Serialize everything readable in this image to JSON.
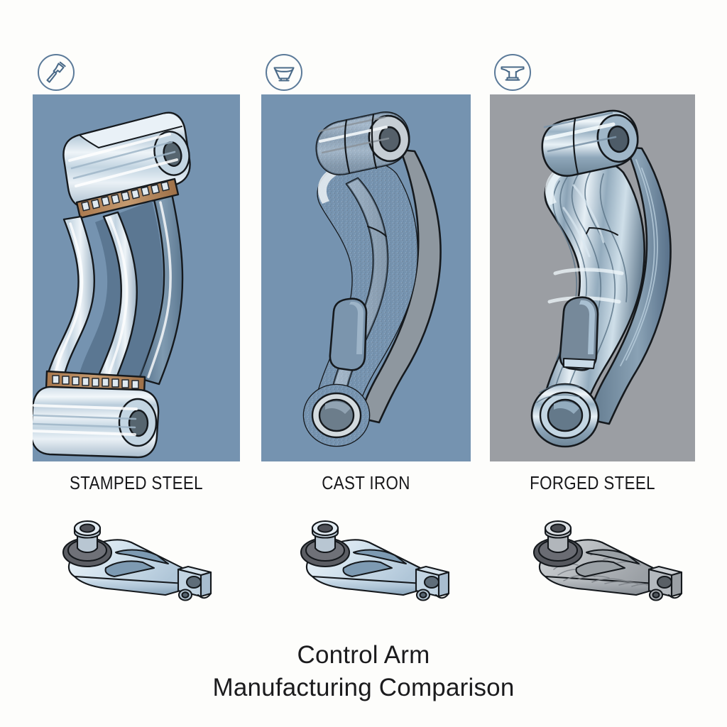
{
  "figure": {
    "title_line1": "Control Arm",
    "title_line2": "Manufacturing Comparison",
    "background_color": "#fdfdfb",
    "title_color": "#1b1b1d"
  },
  "panels": [
    {
      "id": "stamped",
      "label": "STAMPED STEEL",
      "icon_name": "hammer-icon",
      "background_color": "#7593b0",
      "part_description": "Stamped sheet-steel control arm: two cylindrical bushing sleeves joined by a welded S-curved pressed frame with visible weld seams",
      "metal_color": "#c9d9e6",
      "weld_color": "#b8895c",
      "texture": "smooth-pressed-sheet"
    },
    {
      "id": "cast",
      "label": "CAST IRON",
      "icon_name": "crucible-icon",
      "background_color": "#7593b0",
      "part_description": "Cast iron control arm: thick one-piece body with grainy as-cast surface and an elongated slot lightening hole",
      "metal_color": "#b9bec4",
      "weld_color": "#9aa0a6",
      "texture": "grainy-cast"
    },
    {
      "id": "forged",
      "label": "FORGED STEEL",
      "icon_name": "anvil-icon",
      "background_color": "#9b9ea3",
      "part_description": "Forged steel control arm: smooth polished body showing flowing grain-flow lines and a tapered slot opening",
      "metal_color": "#b6c6d4",
      "weld_color": "#7c93a6",
      "texture": "grain-flow-forged"
    }
  ],
  "small_arms": [
    {
      "id": "small-stamped",
      "caption_ref": "STAMPED STEEL",
      "finish": "bright-blue-steel",
      "body_color": "#bfd2e0",
      "joint_color": "#5f6167"
    },
    {
      "id": "small-cast",
      "caption_ref": "CAST IRON",
      "finish": "bright-blue-steel",
      "body_color": "#bfd2e0",
      "joint_color": "#5f6167"
    },
    {
      "id": "small-forged",
      "caption_ref": "FORGED STEEL",
      "finish": "gray-forged-textured",
      "body_color": "#b4b6b8",
      "joint_color": "#5f6167"
    }
  ],
  "icon_style": {
    "stroke_color": "#5b7a99",
    "stroke_width": 2,
    "circle_diameter": 56
  }
}
